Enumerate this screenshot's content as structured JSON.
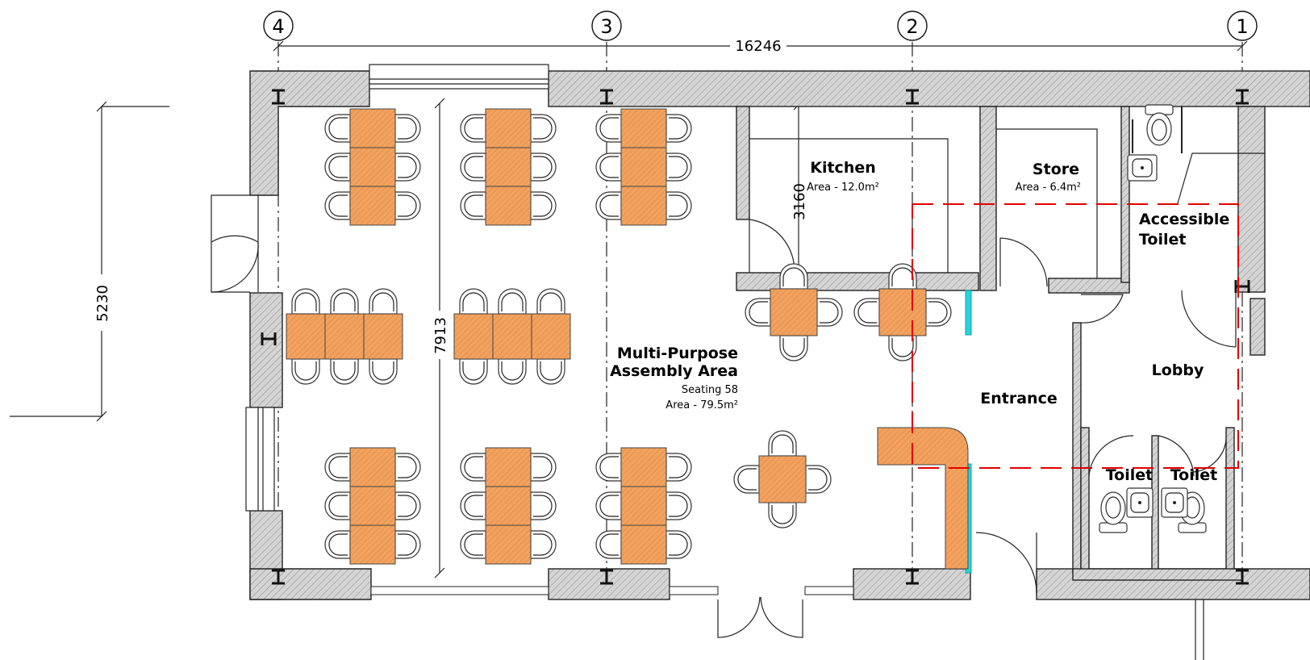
{
  "grid": {
    "labels": [
      "4",
      "3",
      "2",
      "1"
    ]
  },
  "dimensions": {
    "overall_width": "16246",
    "left_height": "5230",
    "hall_depth": "7913",
    "kitchen_depth": "3160"
  },
  "rooms": {
    "kitchen": {
      "name": "Kitchen",
      "area": "Area - 12.0m²"
    },
    "store": {
      "name": "Store",
      "area": "Area - 6.4m²"
    },
    "accessible_toilet": {
      "line1": "Accessible",
      "line2": "Toilet"
    },
    "assembly": {
      "line1": "Multi-Purpose",
      "line2": "Assembly Area",
      "seating": "Seating 58",
      "area": "Area - 79.5m²"
    },
    "entrance": {
      "name": "Entrance"
    },
    "lobby": {
      "name": "Lobby"
    },
    "toilet_left": {
      "name": "Toilet"
    },
    "toilet_right": {
      "name": "Toilet"
    }
  },
  "colors": {
    "furniture": "#f2a25e",
    "wall_hatch": "#bdbdbd",
    "redline": "#e10000",
    "glazing": "#27d4dc"
  },
  "icons": [
    "wc-icon",
    "washbasin-icon",
    "door-swing-icon",
    "chair-icon",
    "table-icon",
    "grid-bubble-icon"
  ]
}
